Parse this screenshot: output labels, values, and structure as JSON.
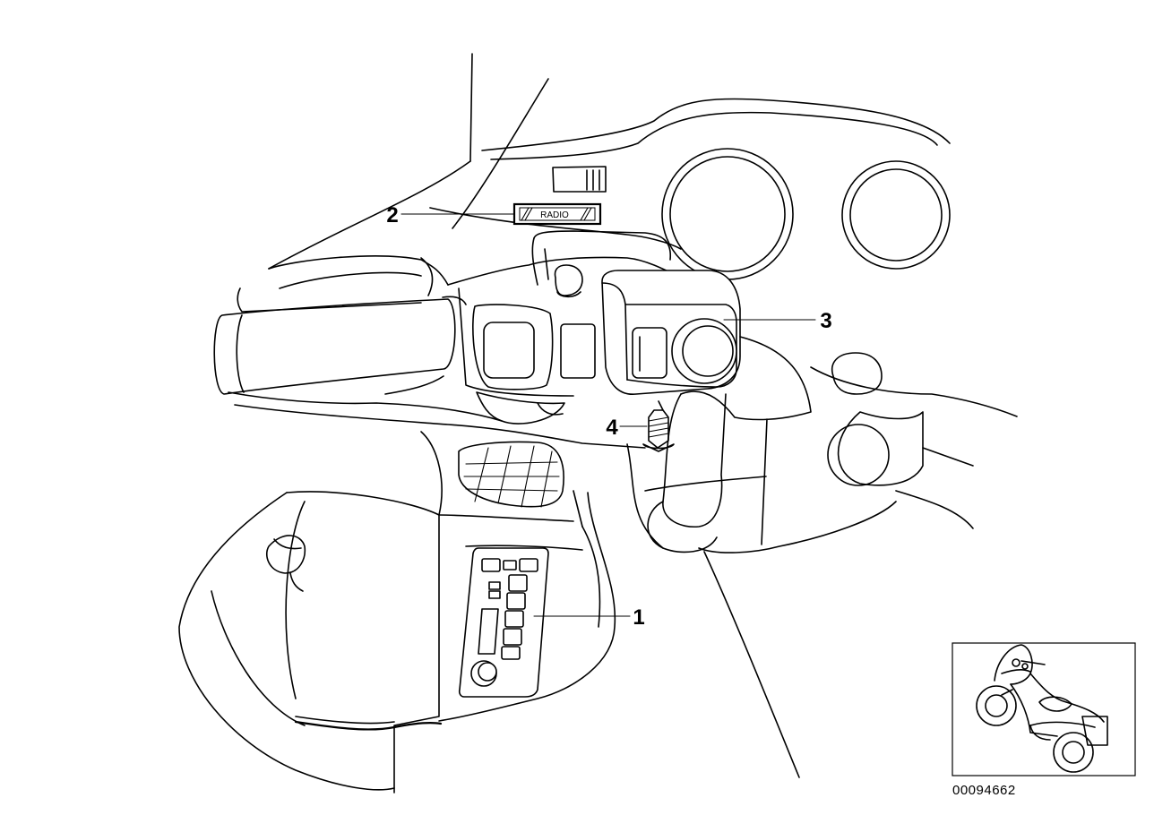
{
  "callouts": [
    {
      "id": "1",
      "label": "1"
    },
    {
      "id": "2",
      "label": "2"
    },
    {
      "id": "3",
      "label": "3"
    },
    {
      "id": "4",
      "label": "4"
    }
  ],
  "radio_badge": "RADIO",
  "reference_number": "00094662",
  "colors": {
    "line": "#000000",
    "background": "#ffffff"
  }
}
